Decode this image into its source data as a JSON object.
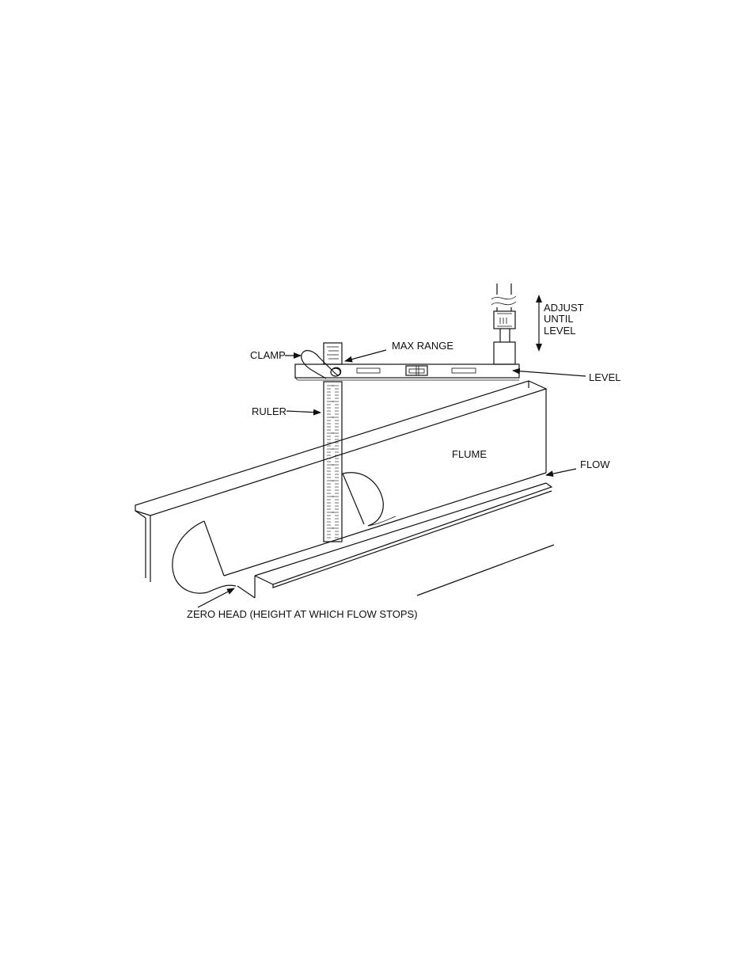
{
  "labels": {
    "adjust_until_level": [
      "ADJUST",
      "UNTIL",
      "LEVEL"
    ],
    "clamp": "CLAMP",
    "max_range": "MAX RANGE",
    "level": "LEVEL",
    "ruler": "RULER",
    "flume": "FLUME",
    "flow": "FLOW",
    "zero_head": "ZERO HEAD (HEIGHT AT WHICH FLOW STOPS)"
  },
  "colors": {
    "line": "#111111",
    "background": "#ffffff"
  }
}
